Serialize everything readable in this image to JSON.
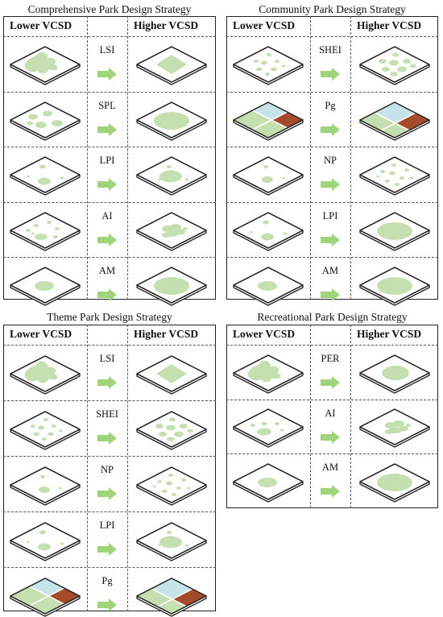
{
  "headers": {
    "lower": "Lower VCSD",
    "higher": "Higher VCSD"
  },
  "colors": {
    "green": "#c5dfb0",
    "outline": "#222222",
    "blue": "#c7e3ea",
    "brown": "#a64a2c",
    "arrow": "#9fd47a"
  },
  "panels": [
    {
      "title": "Comprehensive Park Design Strategy",
      "rows": [
        {
          "metric": "LSI",
          "lower": "lsi-low",
          "higher": "lsi-high"
        },
        {
          "metric": "SPL",
          "lower": "spl-low",
          "higher": "big"
        },
        {
          "metric": "LPI",
          "lower": "lpi-low",
          "higher": "lpi-high"
        },
        {
          "metric": "AI",
          "lower": "ai-low",
          "higher": "ai-high"
        },
        {
          "metric": "AM",
          "lower": "am-low",
          "higher": "big"
        }
      ]
    },
    {
      "title": "Community Park Design Strategy",
      "rows": [
        {
          "metric": "SHEI",
          "lower": "shei-low",
          "higher": "shei-high"
        },
        {
          "metric": "Pg",
          "lower": "pg-low",
          "higher": "pg-high"
        },
        {
          "metric": "NP",
          "lower": "np-low",
          "higher": "np-high"
        },
        {
          "metric": "LPI",
          "lower": "lpi-low",
          "higher": "big"
        },
        {
          "metric": "AM",
          "lower": "am-low",
          "higher": "big"
        }
      ]
    },
    {
      "title": "Theme Park Design Strategy",
      "rows": [
        {
          "metric": "LSI",
          "lower": "lsi-low",
          "higher": "lsi-high"
        },
        {
          "metric": "SHEI",
          "lower": "shei-low",
          "higher": "shei-high"
        },
        {
          "metric": "NP",
          "lower": "np-low",
          "higher": "np-high"
        },
        {
          "metric": "LPI",
          "lower": "lpi-low",
          "higher": "lpi-high"
        },
        {
          "metric": "Pg",
          "lower": "pg-low",
          "higher": "pg-high"
        }
      ]
    },
    {
      "title": "Recreational Park Design Strategy",
      "rows": [
        {
          "metric": "PER",
          "lower": "lsi-low",
          "higher": "per-high"
        },
        {
          "metric": "AI",
          "lower": "ai-low2",
          "higher": "ai-high"
        },
        {
          "metric": "AM",
          "lower": "am-low",
          "higher": "big"
        }
      ]
    }
  ]
}
